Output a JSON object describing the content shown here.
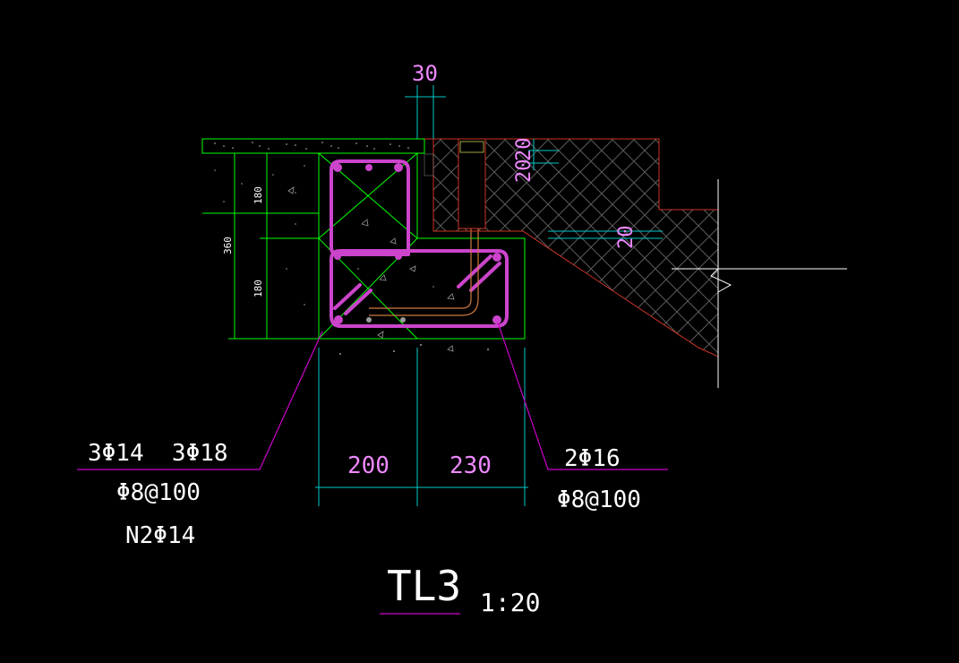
{
  "drawing": {
    "title": "TL3",
    "scale": "1:20"
  },
  "dimensions": {
    "top_gap": "30",
    "step_20_a": "20",
    "step_20_b": "20",
    "step_20_c": "20",
    "beam_width_left": "200",
    "beam_width_right": "230",
    "total_height": "360",
    "upper_height": "180",
    "lower_height": "180"
  },
  "rebar_left": {
    "line1": "3Φ14  3Φ18",
    "line2": "Φ8@100",
    "line3": "N2Φ14"
  },
  "rebar_right": {
    "line1": "2Φ16",
    "line2": "Φ8@100"
  },
  "colors": {
    "background": "#000000",
    "outline": "#00ff00",
    "rebar": "#cc44cc",
    "dimension": "#00c8c8",
    "leader": "#cc00cc",
    "hatch": "#cc3322",
    "text_magenta": "#ee88ff",
    "text_white": "#ffffff"
  }
}
